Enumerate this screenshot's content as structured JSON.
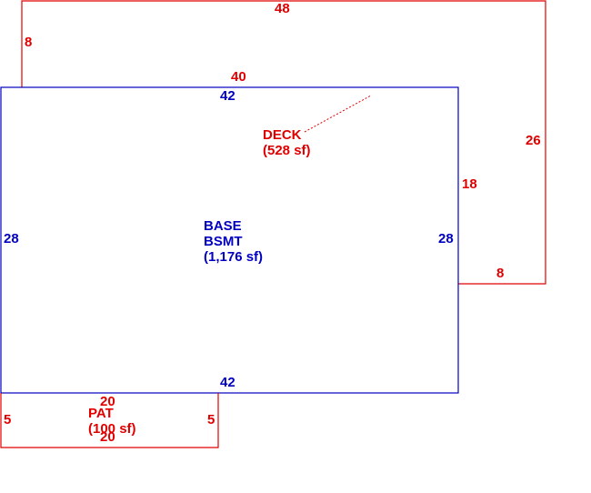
{
  "colors": {
    "deck": "#e00000",
    "base": "#0000c0",
    "patio": "#e00000",
    "background": "#ffffff"
  },
  "deck": {
    "name": "DECK",
    "area": "(528 sf)",
    "dims": {
      "top": "48",
      "left": "8",
      "inner_top": "40",
      "right": "26",
      "inner_right": "18",
      "bottom": "8"
    }
  },
  "base": {
    "name_line1": "BASE",
    "name_line2": "BSMT",
    "area": "(1,176 sf)",
    "dims": {
      "top": "42",
      "bottom": "42",
      "left": "28",
      "right": "28"
    }
  },
  "patio": {
    "name": "PAT",
    "area": "(100 sf)",
    "dims": {
      "top": "20",
      "bottom": "20",
      "left": "5",
      "right": "5"
    }
  }
}
